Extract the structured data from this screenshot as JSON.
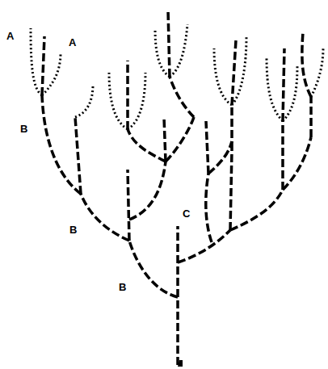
{
  "diagram": {
    "labels": [
      "A",
      "A",
      "B",
      "B",
      "B",
      "C"
    ]
  }
}
